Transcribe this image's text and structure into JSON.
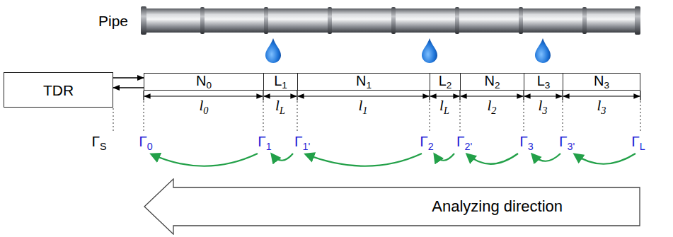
{
  "diagram": {
    "nodes": [
      {
        "text": [
          "TDR"
        ]
      },
      {
        "text": [
          "N0"
        ]
      },
      {
        "text": [
          "L1"
        ]
      },
      {
        "text": [
          "N1"
        ]
      },
      {
        "text": [
          "L2"
        ]
      },
      {
        "text": [
          "N2"
        ]
      },
      {
        "text": [
          "L3"
        ]
      },
      {
        "text": [
          "N3"
        ]
      },
      {
        "text": [
          "Analyzing direction"
        ]
      }
    ],
    "edges": [
      {
        "from": 0,
        "to": 1,
        "arrow": "to"
      },
      {
        "from": 1,
        "to": 0,
        "arrow": "to"
      }
    ],
    "labels": [
      "Pipe",
      "l0",
      "lL",
      "l1",
      "lL",
      "l2",
      "l3",
      "l3",
      "ΓS",
      "Γ0",
      "Γ1",
      "Γ1'",
      "Γ2",
      "Γ2'",
      "Γ3",
      "Γ3'",
      "ΓL"
    ]
  }
}
